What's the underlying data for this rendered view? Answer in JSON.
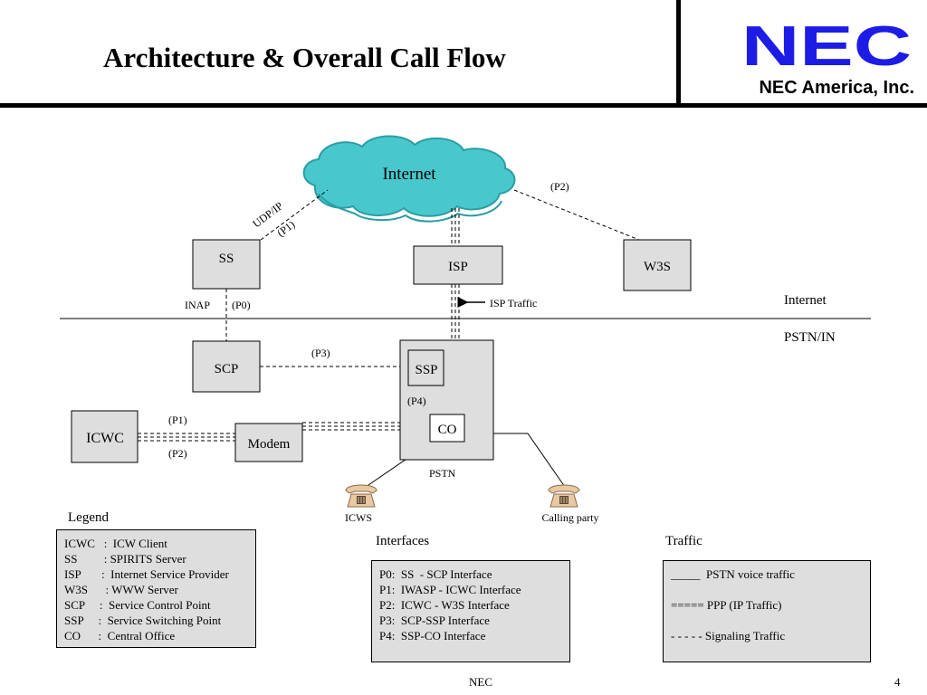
{
  "header": {
    "title": "Architecture & Overall Call Flow",
    "logo_text": "NEC",
    "company": "NEC America, Inc.",
    "brand_color": "#1c1ce6"
  },
  "diagram": {
    "cloud_label": "Internet",
    "nodes": {
      "ss": "SS",
      "isp": "ISP",
      "w3s": "W3S",
      "scp": "SCP",
      "ssp": "SSP",
      "co": "CO",
      "icwc": "ICWC",
      "modem": "Modem"
    },
    "labels": {
      "udp_ip": "UDP/IP",
      "p1_ss": "(P1)",
      "p2_w3s": "(P2)",
      "inap": "INAP",
      "p0": "(P0)",
      "isp_traffic": "ISP Traffic",
      "p3": "(P3)",
      "p4": "(P4)",
      "p1_icwc": "(P1)",
      "p2_icwc": "(P2)",
      "pstn": "PSTN",
      "icws": "ICWS",
      "calling_party": "Calling party",
      "zone_internet": "Internet",
      "zone_pstn_in": "PSTN/IN"
    },
    "colors": {
      "cloud_fill": "#48c8cc",
      "cloud_stroke": "#2a9ea3",
      "box_fill": "#dedede",
      "phone_fill": "#e8c9a3"
    }
  },
  "legend": {
    "title": "Legend",
    "items": [
      "ICWC   :  ICW Client",
      "SS         : SPIRITS Server",
      "ISP       :  Internet Service Provider",
      "W3S      : WWW Server",
      "SCP     :  Service Control Point",
      "SSP     :  Service Switching Point",
      "CO      :  Central Office"
    ]
  },
  "interfaces": {
    "title": "Interfaces",
    "items": [
      "P0:  SS  - SCP Interface",
      "P1:  IWASP - ICWC Interface",
      "P2:  ICWC - W3S Interface",
      "P3:  SCP-SSP Interface",
      "P4:  SSP-CO Interface"
    ]
  },
  "traffic": {
    "title": "Traffic",
    "items": [
      "_____  PSTN voice traffic",
      "===== PPP (IP Traffic)",
      "- - - - - Signaling Traffic"
    ]
  },
  "footer": {
    "center": "NEC",
    "page": "4"
  }
}
